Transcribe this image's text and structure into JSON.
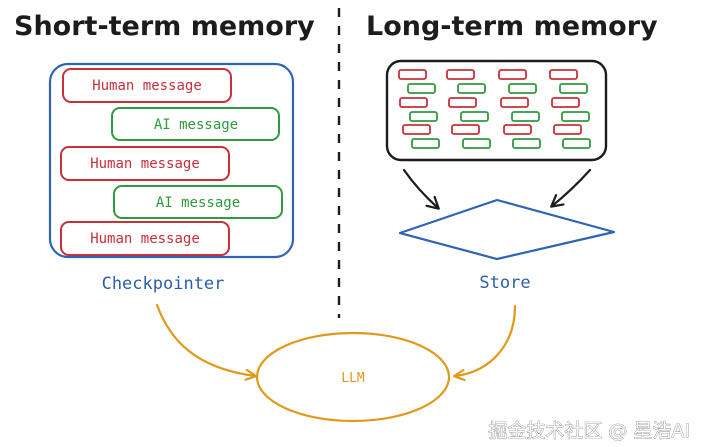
{
  "titles": {
    "short_term": "Short-term memory",
    "long_term": "Long-term memory"
  },
  "short_term_messages": [
    {
      "label": "Human message",
      "kind": "human"
    },
    {
      "label": "AI message",
      "kind": "ai"
    },
    {
      "label": "Human message",
      "kind": "human"
    },
    {
      "label": "AI message",
      "kind": "ai"
    },
    {
      "label": "Human message",
      "kind": "human"
    }
  ],
  "labels": {
    "checkpointer": "Checkpointer",
    "store": "Store",
    "llm": "LLM"
  },
  "watermark": "掘金技术社区 @ 星浩AI",
  "colors": {
    "human": "#c8303a",
    "ai": "#2f9a3e",
    "container_blue": "#2f63b4",
    "store_blue": "#2f63b4",
    "label_blue": "#2a5ea8",
    "arrow_orange": "#e09a1a",
    "llm_orange": "#e09a1a",
    "ink": "#1c1c1c"
  }
}
